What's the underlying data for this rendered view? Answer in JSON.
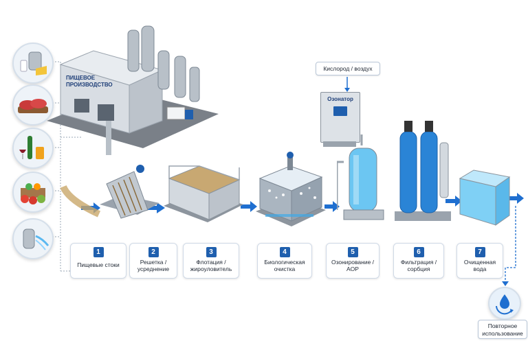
{
  "factory": {
    "sign": "ПИЩЕВОЕ\nПРОИЗВОДСТВО"
  },
  "sources": [
    {
      "icon": "dairy-icon"
    },
    {
      "icon": "meat-icon"
    },
    {
      "icon": "beverages-icon"
    },
    {
      "icon": "vegetables-icon"
    },
    {
      "icon": "washing-icon"
    }
  ],
  "steps": [
    {
      "number": "1",
      "label": "Пищевые стоки"
    },
    {
      "number": "2",
      "label": "Решетка /\nусреднение"
    },
    {
      "number": "3",
      "label": "Флотация /\nжироуловитель"
    },
    {
      "number": "4",
      "label": "Биологическая\nочистка"
    },
    {
      "number": "5",
      "label": "Озонирование /\nAOP"
    },
    {
      "number": "6",
      "label": "Фильтрация /\nсорбция"
    },
    {
      "number": "7",
      "label": "Очищенная\nвода"
    }
  ],
  "ozonator": {
    "label": "Озонатор"
  },
  "oxygen_supply": {
    "label": "Кислород / воздух"
  },
  "reuse": {
    "label": "Повторное\nиспользование",
    "icon": "water-recycle-icon"
  },
  "colors": {
    "accent": "#1f5fae",
    "water": "#3fa9e8",
    "steel": "#b8c0c8"
  }
}
